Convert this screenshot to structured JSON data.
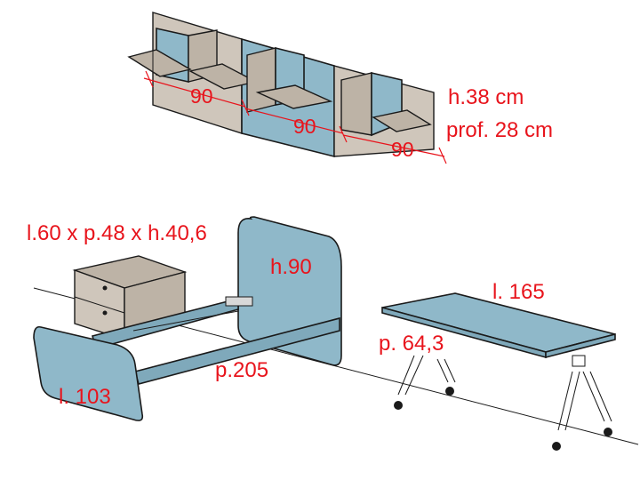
{
  "shelf": {
    "widths": [
      "90",
      "90",
      "90"
    ],
    "height": "h.38 cm",
    "depth": "prof. 28 cm"
  },
  "bed": {
    "nightstand": "l.60 x p.48 x h.40,6",
    "headboard_height": "h.90",
    "length": "p.205",
    "width": "l. 103"
  },
  "desk": {
    "length": "l. 165",
    "depth": "p. 64,3"
  },
  "colors": {
    "panel_blue": "#8fb8c9",
    "panel_beige": "#cfc6bb",
    "label_red": "#e8141c"
  }
}
